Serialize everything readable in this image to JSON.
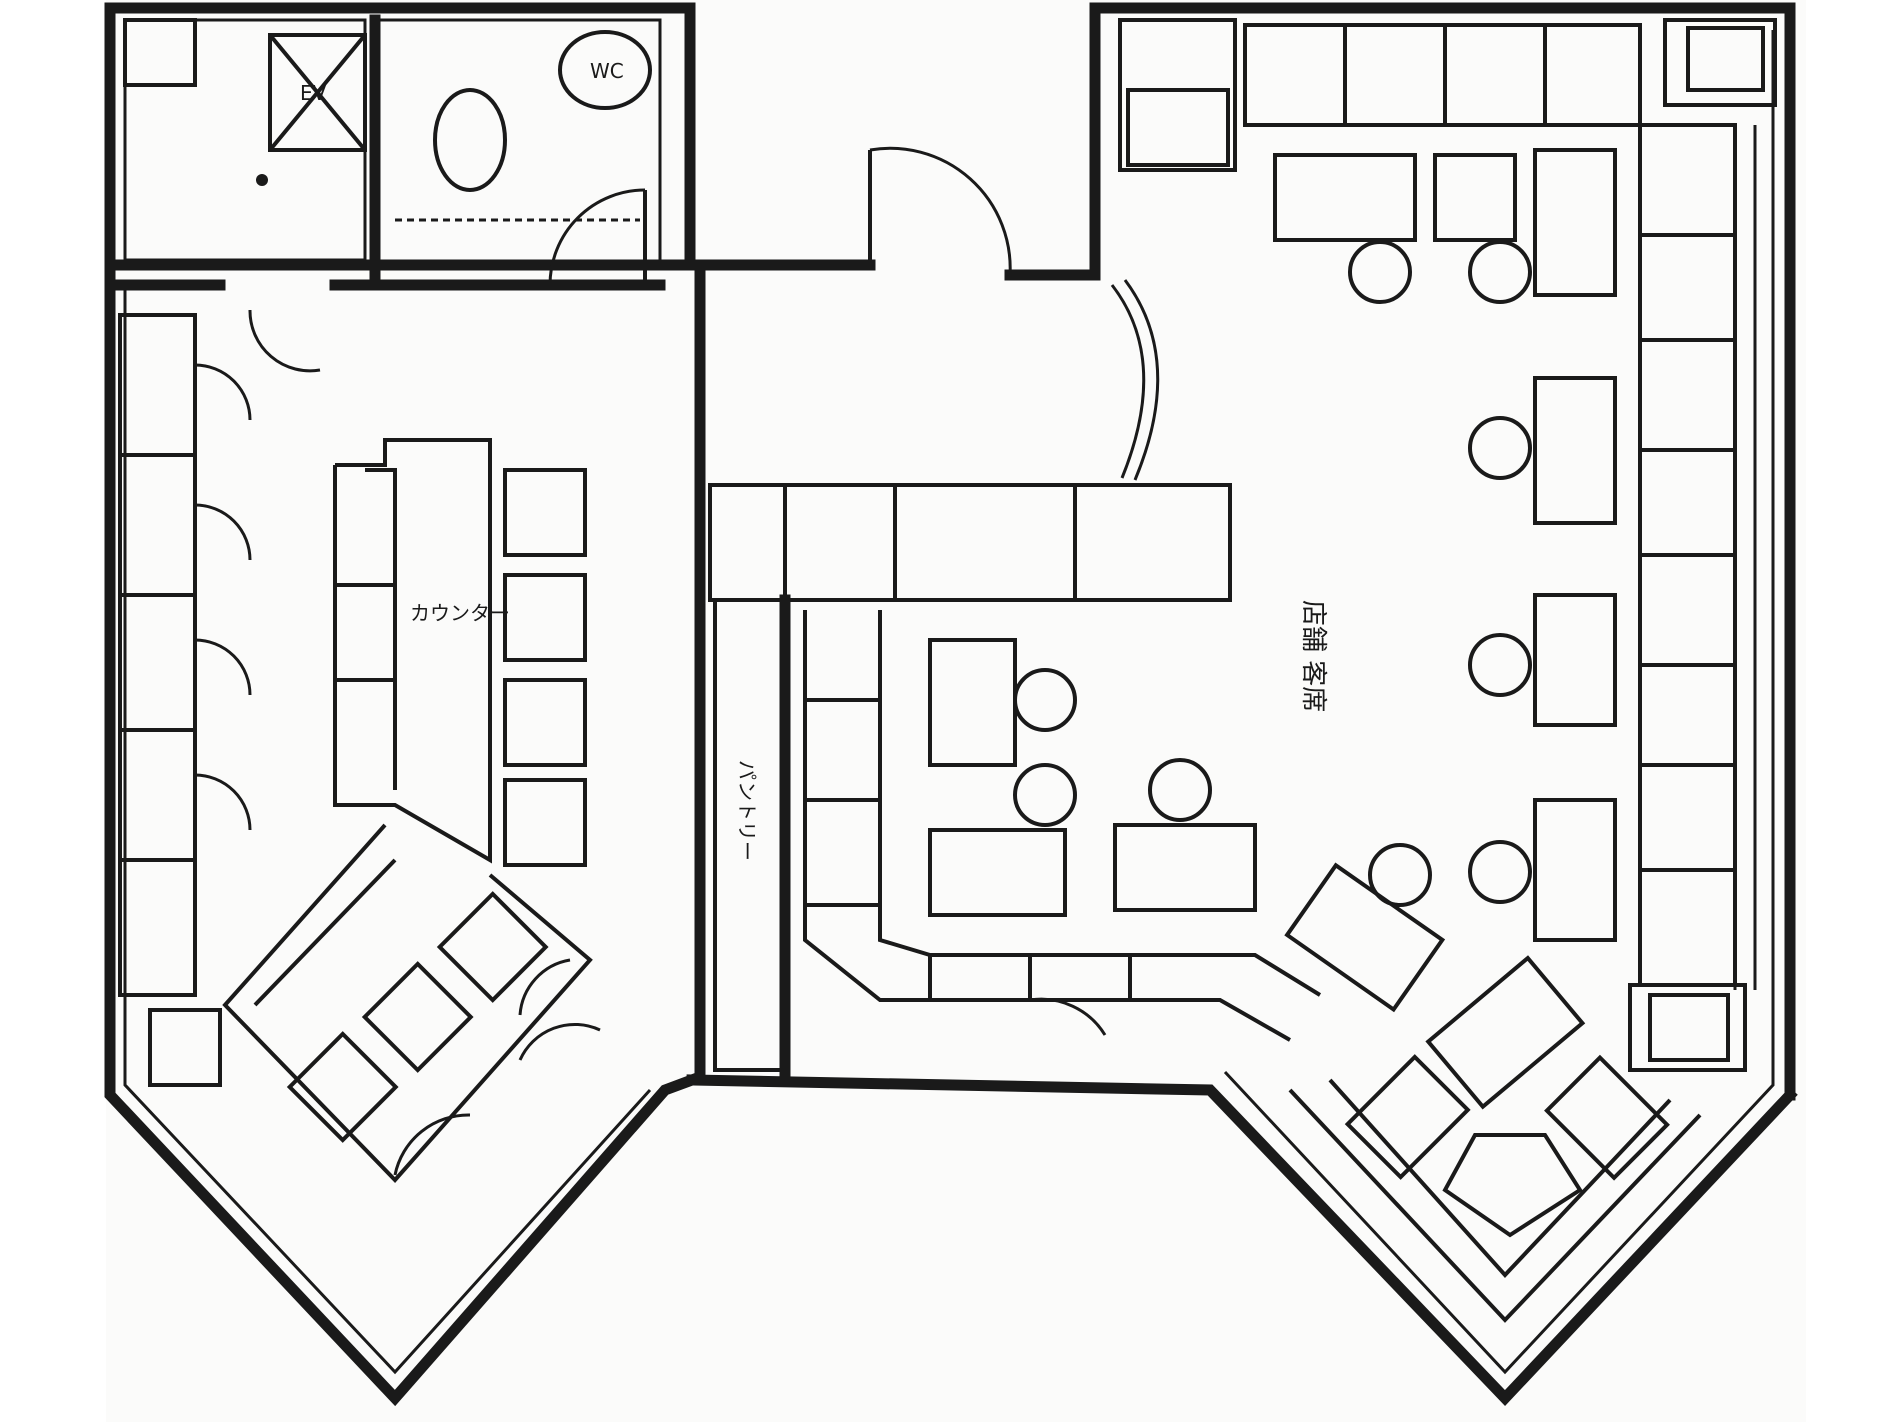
{
  "labels": {
    "dining_area": "店舗 客席",
    "pantry": "パントリー",
    "counter": "カウンター",
    "wc": "WC",
    "ev": "EV"
  }
}
